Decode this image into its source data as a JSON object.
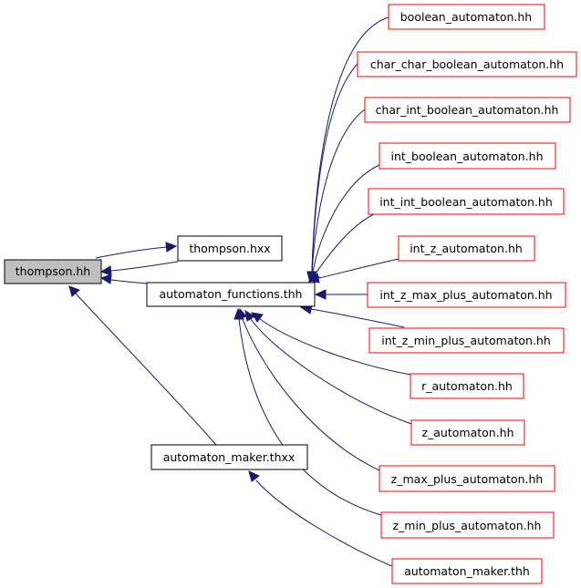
{
  "colors": {
    "edge": "#191970",
    "included_border": "#ff0000",
    "root_fill": "#bfbfbf"
  },
  "nodes": {
    "thompson_hh": "thompson.hh",
    "thompson_hxx": "thompson.hxx",
    "automaton_functions_thh": "automaton_functions.thh",
    "automaton_maker_thxx": "automaton_maker.thxx",
    "boolean_automaton_hh": "boolean_automaton.hh",
    "char_char_boolean_automaton_hh": "char_char_boolean_automaton.hh",
    "char_int_boolean_automaton_hh": "char_int_boolean_automaton.hh",
    "int_boolean_automaton_hh": "int_boolean_automaton.hh",
    "int_int_boolean_automaton_hh": "int_int_boolean_automaton.hh",
    "int_z_automaton_hh": "int_z_automaton.hh",
    "int_z_max_plus_automaton_hh": "int_z_max_plus_automaton.hh",
    "int_z_min_plus_automaton_hh": "int_z_min_plus_automaton.hh",
    "r_automaton_hh": "r_automaton.hh",
    "z_automaton_hh": "z_automaton.hh",
    "z_max_plus_automaton_hh": "z_max_plus_automaton.hh",
    "z_min_plus_automaton_hh": "z_min_plus_automaton.hh",
    "automaton_maker_thh": "automaton_maker.thh"
  }
}
